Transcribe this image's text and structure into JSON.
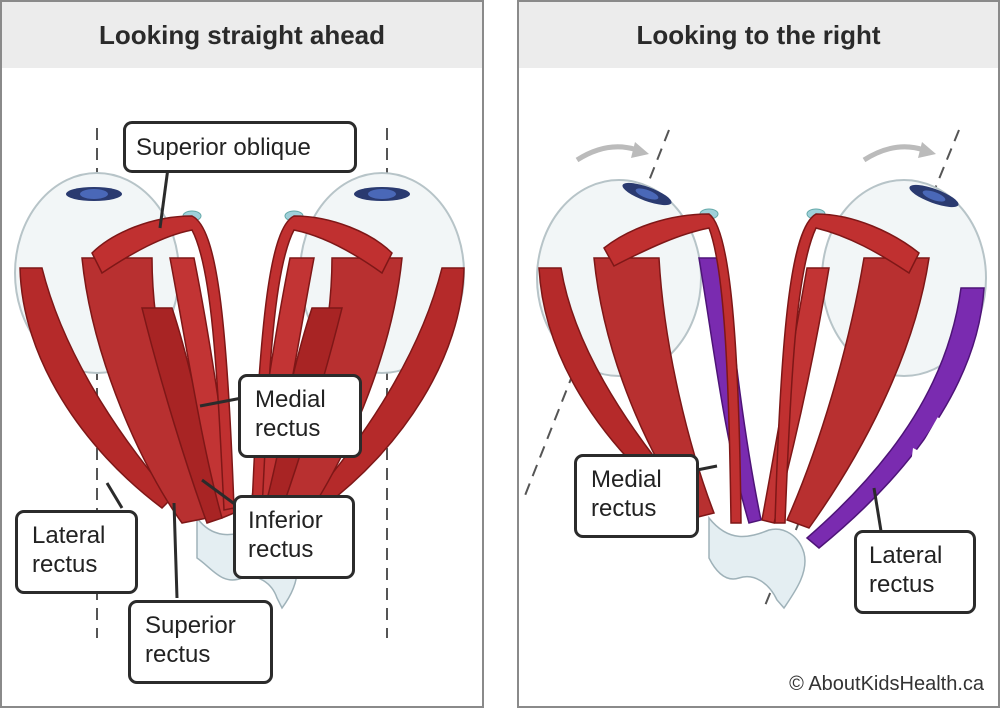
{
  "panels": [
    {
      "title": "Looking straight ahead"
    },
    {
      "title": "Looking to the right"
    }
  ],
  "labels_left": {
    "superior_oblique": "Superior oblique",
    "medial_rectus_1": "Medial",
    "medial_rectus_2": "rectus",
    "inferior_rectus_1": "Inferior",
    "inferior_rectus_2": "rectus",
    "lateral_rectus_1": "Lateral",
    "lateral_rectus_2": "rectus",
    "superior_rectus_1": "Superior",
    "superior_rectus_2": "rectus"
  },
  "labels_right": {
    "medial_rectus_1": "Medial",
    "medial_rectus_2": "rectus",
    "lateral_rectus_1": "Lateral",
    "lateral_rectus_2": "rectus"
  },
  "credit": "© AboutKidsHealth.ca",
  "colors": {
    "muscle": "#b52a2a",
    "muscle_dark": "#7e1717",
    "active_muscle": "#7a2bb0",
    "eyeball": "#f2f6f7",
    "iris": "#4a68b8",
    "guide_line": "#555555"
  }
}
